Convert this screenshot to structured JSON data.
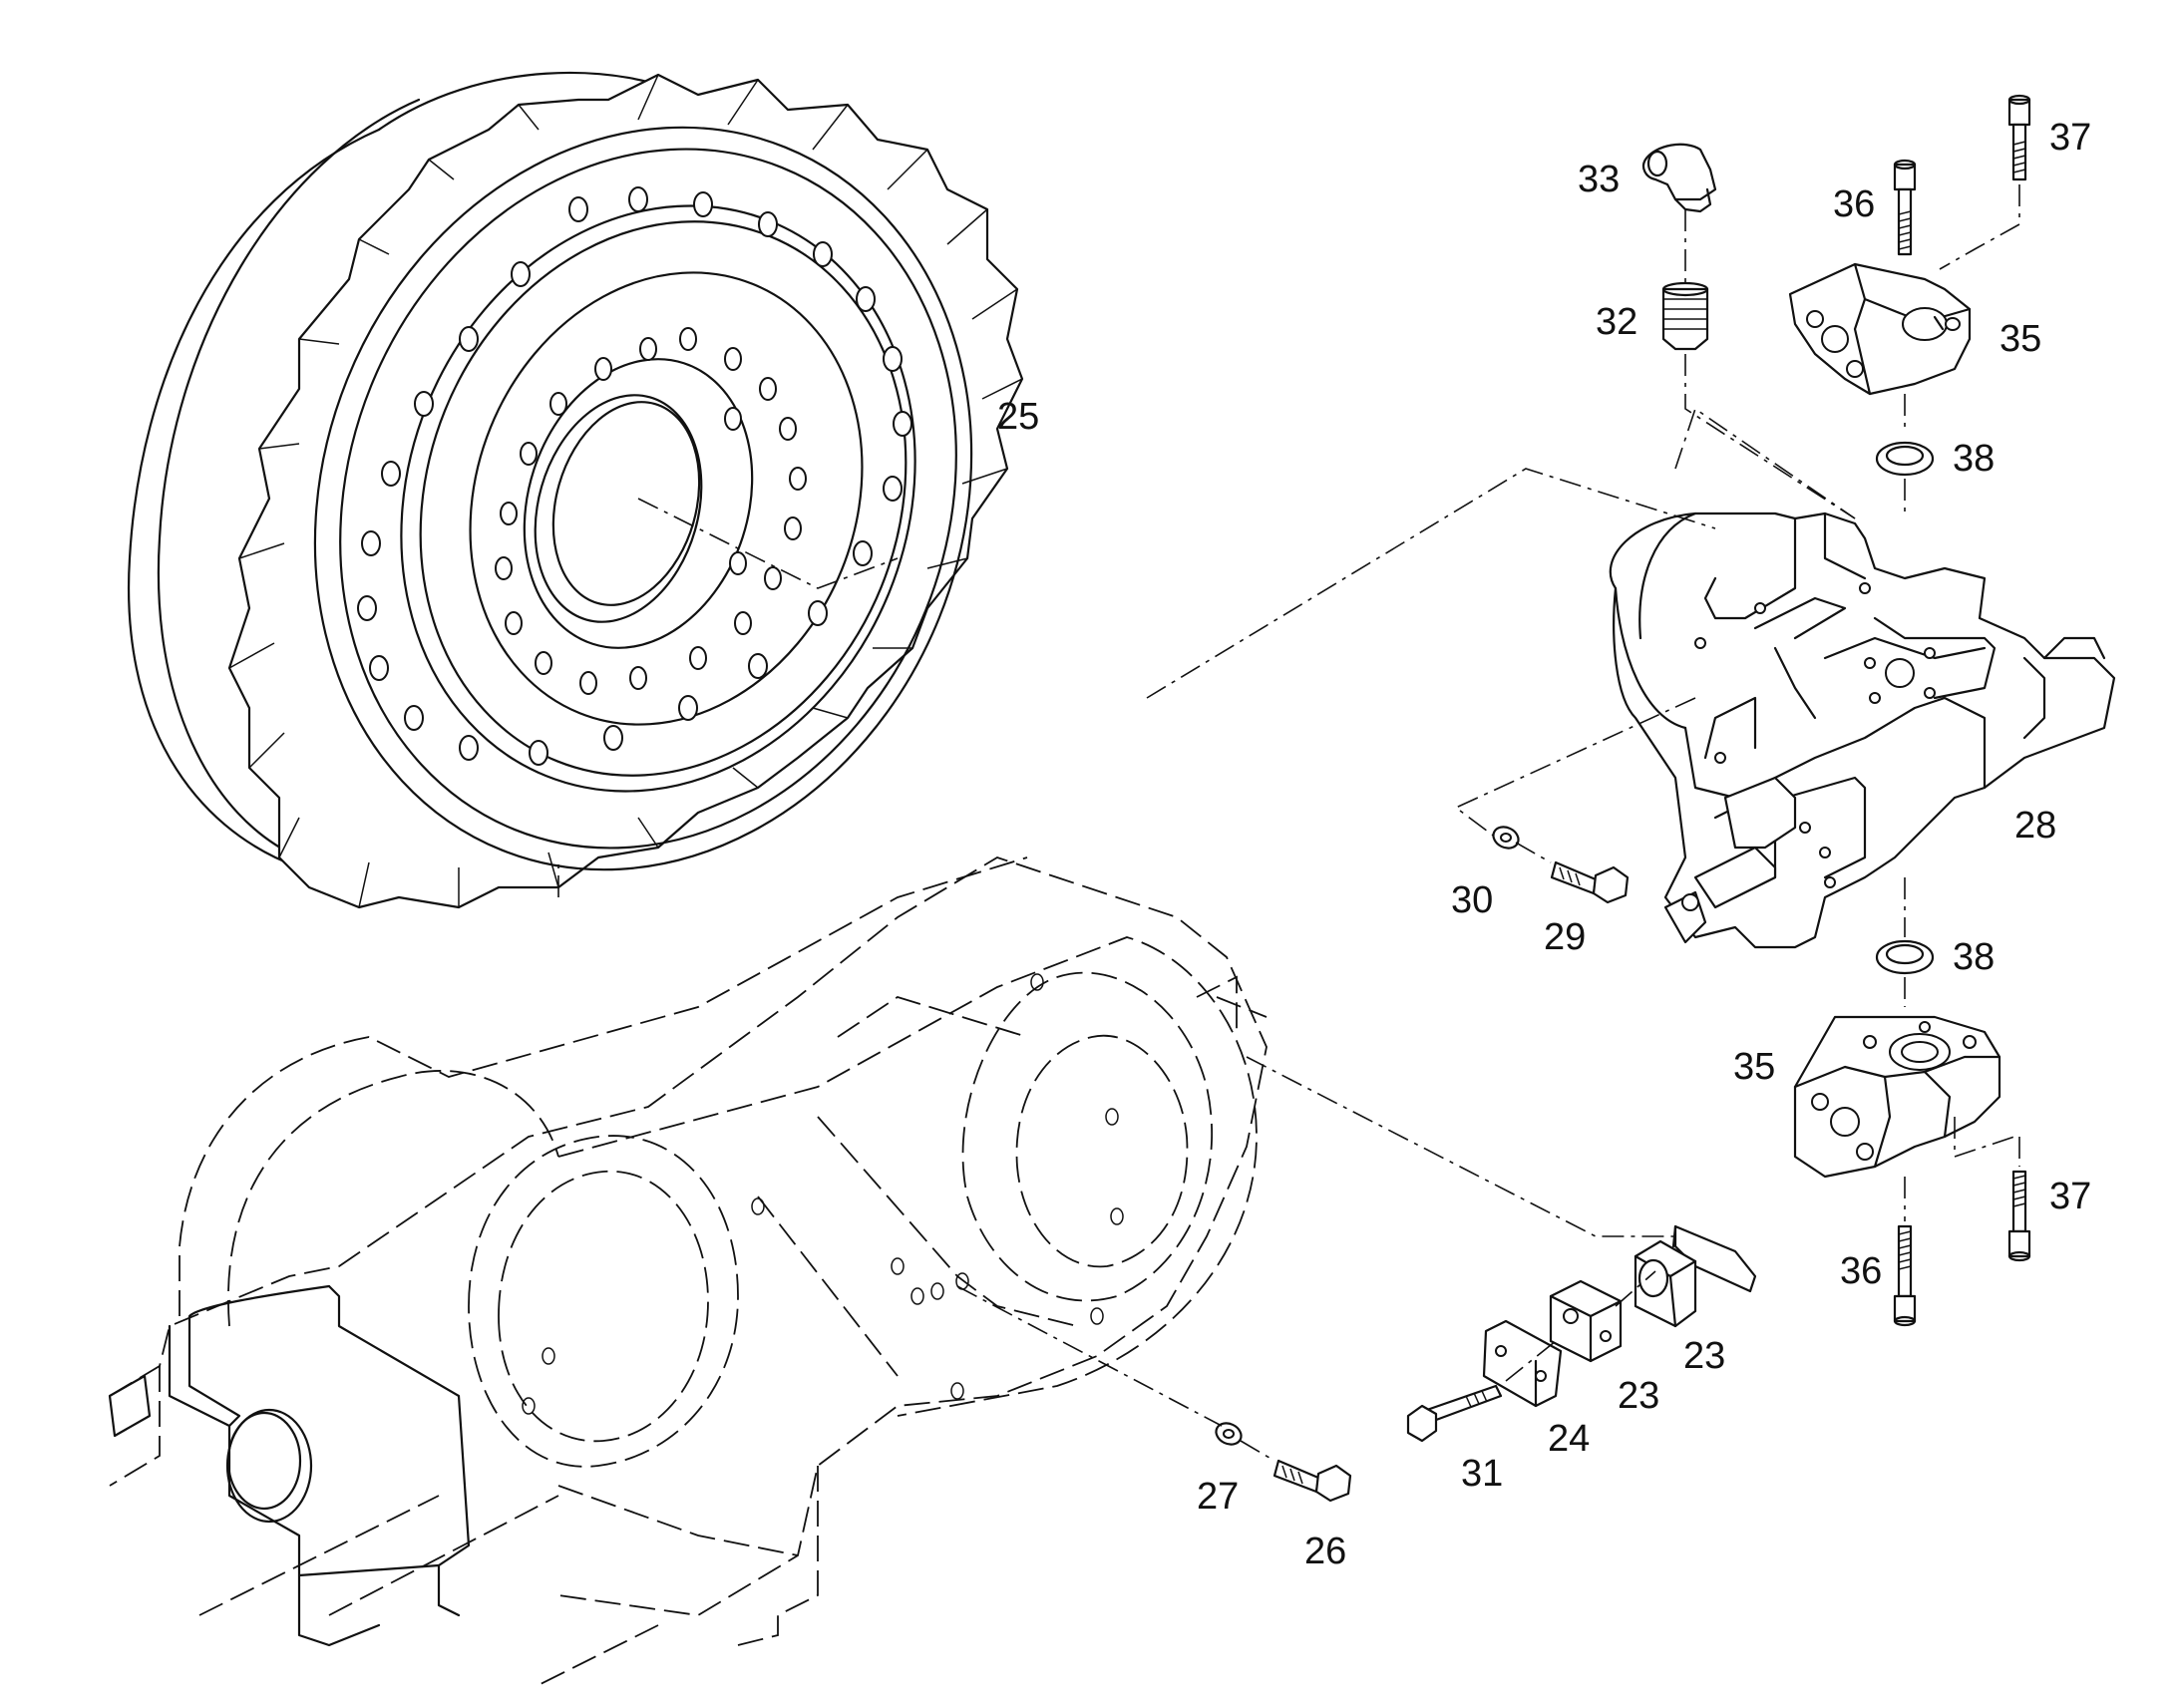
{
  "labels": {
    "p23a": "23",
    "p23b": "23",
    "p24": "24",
    "p25": "25",
    "p26": "26",
    "p27": "27",
    "p28": "28",
    "p29": "29",
    "p30": "30",
    "p31": "31",
    "p32": "32",
    "p33": "33",
    "p35a": "35",
    "p35b": "35",
    "p36a": "36",
    "p36b": "36",
    "p37a": "37",
    "p37b": "37",
    "p38a": "38",
    "p38b": "38"
  }
}
